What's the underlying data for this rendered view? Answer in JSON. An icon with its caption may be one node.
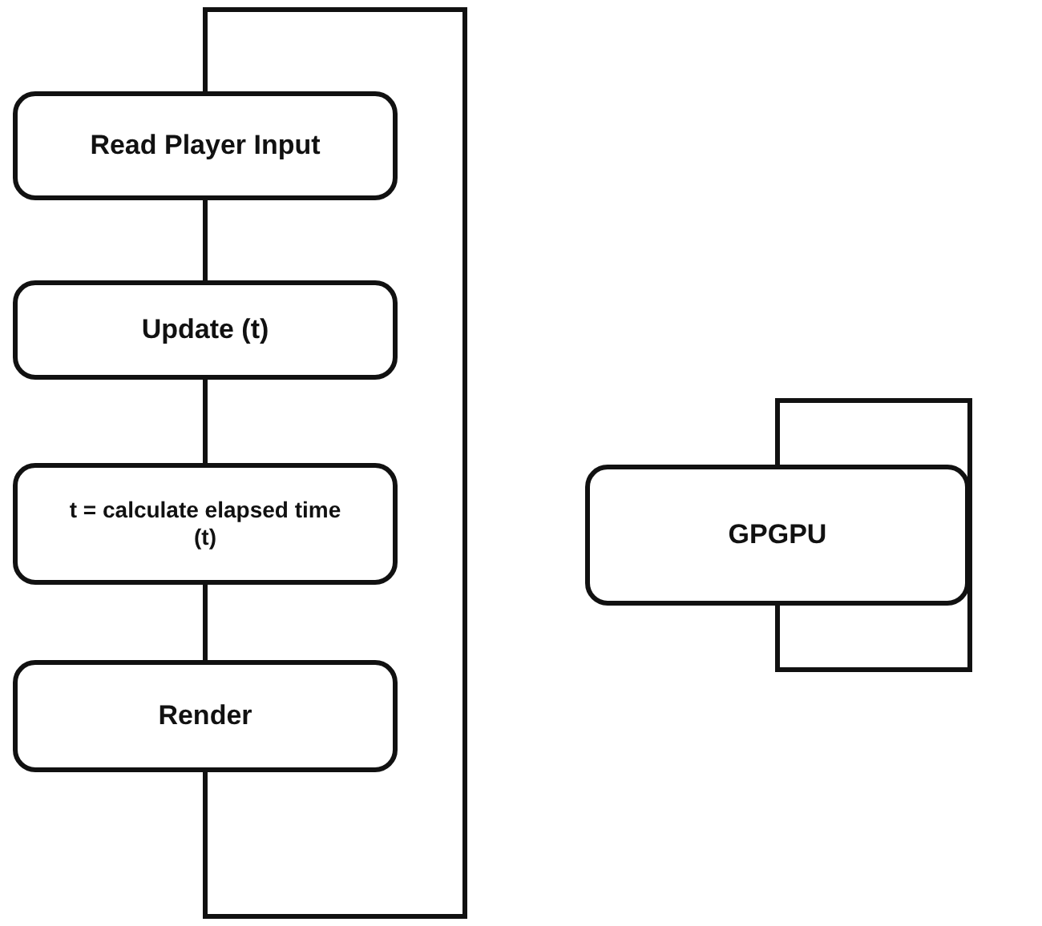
{
  "diagram": {
    "nodes": [
      {
        "text": [
          "Read Player Input"
        ]
      },
      {
        "text": [
          "Update (t)"
        ]
      },
      {
        "text": [
          "t = calculate elapsed time (t)"
        ]
      },
      {
        "text": [
          "Render"
        ]
      },
      {
        "text": [
          "GPGPU"
        ]
      }
    ],
    "edges": [
      {
        "from": 0,
        "to": 1,
        "arrow": "none"
      },
      {
        "from": 1,
        "to": 2,
        "arrow": "none"
      },
      {
        "from": 2,
        "to": 3,
        "arrow": "none"
      },
      {
        "from": 3,
        "to": 0,
        "arrow": "none"
      },
      {
        "from": 4,
        "to": 4,
        "arrow": "none"
      }
    ]
  }
}
